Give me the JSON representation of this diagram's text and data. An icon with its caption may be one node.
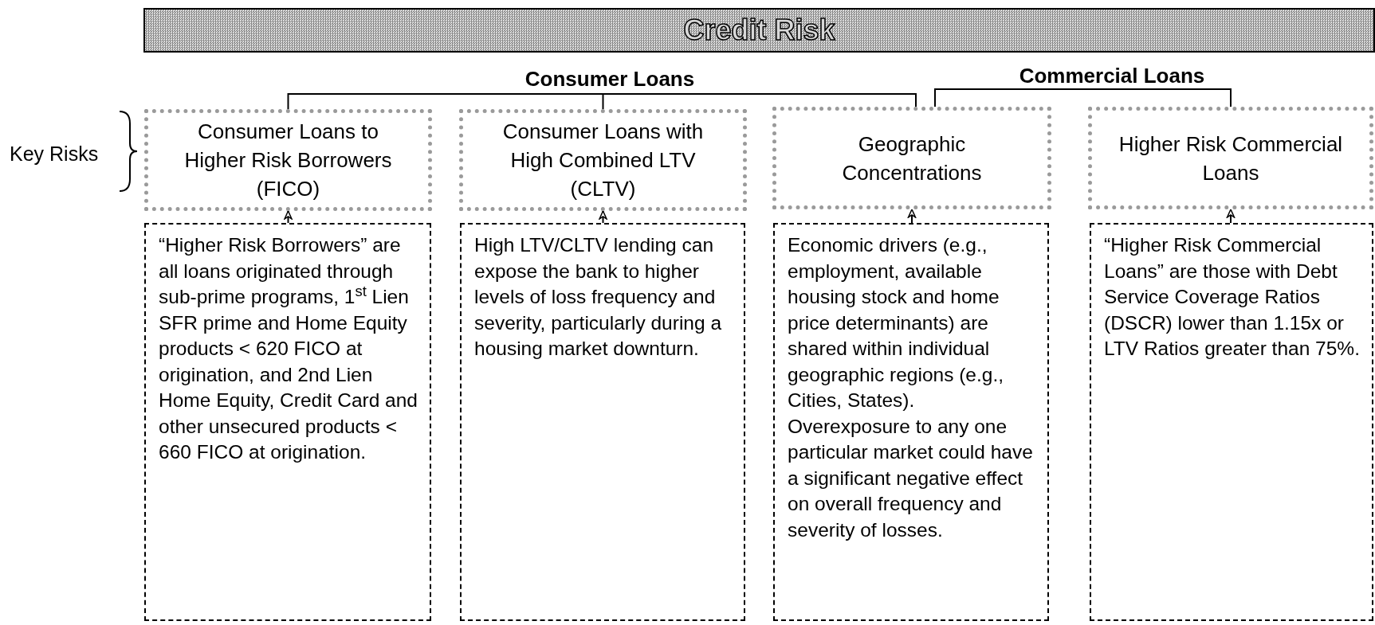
{
  "diagram": {
    "title": "Credit Risk",
    "nodes": [
      {
        "text": [
          "Consumer Loans"
        ]
      },
      {
        "text": [
          "Commercial Loans"
        ]
      },
      {
        "text": [
          "Consumer Loans to Higher Risk Borrowers (FICO)"
        ]
      },
      {
        "text": [
          "Consumer Loans with High Combined LTV (CLTV)"
        ]
      },
      {
        "text": [
          "Geographic Concentrations"
        ]
      },
      {
        "text": [
          "Higher Risk Commercial Loans"
        ]
      },
      {
        "text": [
          "“Higher Risk Borrowers” are all loans originated through sub-prime programs, 1$^{st}$ Lien SFR prime and Home Equity products < 620 FICO at origination, and 2nd Lien Home Equity, Credit Card and other unsecured products < 660 FICO at origination."
        ]
      },
      {
        "text": [
          "High LTV/CLTV lending can expose the bank to higher levels of loss frequency and severity, particularly during a housing market downturn."
        ]
      },
      {
        "text": [
          "Economic drivers (e.g., employment, available housing stock and home price determinants) are shared within individual geographic regions (e.g., Cities, States). Overexposure to any one particular market could have a significant negative effect on overall frequency and severity of losses."
        ]
      },
      {
        "text": [
          "“Higher Risk Commercial Loans” are those with Debt Service Coverage Ratios (DSCR) lower than 1.15x or LTV Ratios greater than 75%."
        ]
      }
    ],
    "edges": [
      {
        "from": 0,
        "to": 2,
        "arrow": "none"
      },
      {
        "from": 0,
        "to": 3,
        "arrow": "none"
      },
      {
        "from": 0,
        "to": 4,
        "arrow": "none"
      },
      {
        "from": 1,
        "to": 4,
        "arrow": "none"
      },
      {
        "from": 1,
        "to": 5,
        "arrow": "none"
      },
      {
        "from": 6,
        "to": 2,
        "arrow": "to"
      },
      {
        "from": 7,
        "to": 3,
        "arrow": "to"
      },
      {
        "from": 8,
        "to": 4,
        "arrow": "to"
      },
      {
        "from": 9,
        "to": 5,
        "arrow": "to"
      }
    ],
    "labels": [
      "Key Risks"
    ]
  }
}
